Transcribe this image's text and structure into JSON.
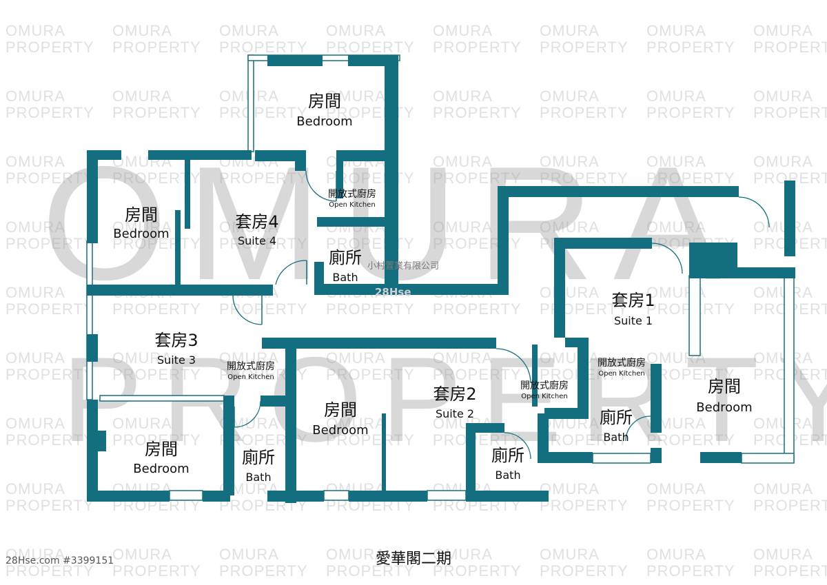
{
  "watermark": {
    "line1": "OMURA",
    "line2": "PROPERTY",
    "big_line1": "OMURA",
    "big_line2": "PROPERTY"
  },
  "company_mark": "小村置業有限公司",
  "site_mark": "28Hse",
  "listing_ref": "28Hse.com #3399151",
  "building_name": "愛華閣二期",
  "rooms": [
    {
      "id": "top-bedroom",
      "zh": "房間",
      "en": "Bedroom"
    },
    {
      "id": "left-bedroom",
      "zh": "房間",
      "en": "Bedroom"
    },
    {
      "id": "suite4",
      "zh": "套房4",
      "en": "Suite 4"
    },
    {
      "id": "kitchen-top",
      "zh": "開放式廚房",
      "en": "Open Kitchen"
    },
    {
      "id": "bath-top",
      "zh": "廁所",
      "en": "Bath"
    },
    {
      "id": "suite3",
      "zh": "套房3",
      "en": "Suite 3"
    },
    {
      "id": "kitchen-s3",
      "zh": "開放式廚房",
      "en": "Open Kitchen"
    },
    {
      "id": "bedroom-bl",
      "zh": "房間",
      "en": "Bedroom"
    },
    {
      "id": "bath-s3",
      "zh": "廁所",
      "en": "Bath"
    },
    {
      "id": "bedroom-mid",
      "zh": "房間",
      "en": "Bedroom"
    },
    {
      "id": "suite2",
      "zh": "套房2",
      "en": "Suite 2"
    },
    {
      "id": "kitchen-s2",
      "zh": "開放式廚房",
      "en": "Open Kitchen"
    },
    {
      "id": "bath-s2",
      "zh": "廁所",
      "en": "Bath"
    },
    {
      "id": "suite1",
      "zh": "套房1",
      "en": "Suite 1"
    },
    {
      "id": "kitchen-s1",
      "zh": "開放式廚房",
      "en": "Open Kitchen"
    },
    {
      "id": "bath-s1",
      "zh": "廁所",
      "en": "Bath"
    },
    {
      "id": "bedroom-right",
      "zh": "房間",
      "en": "Bedroom"
    }
  ],
  "colors": {
    "wall": "#136f80",
    "watermark": "#c8c8c8",
    "background": "#ffffff"
  }
}
